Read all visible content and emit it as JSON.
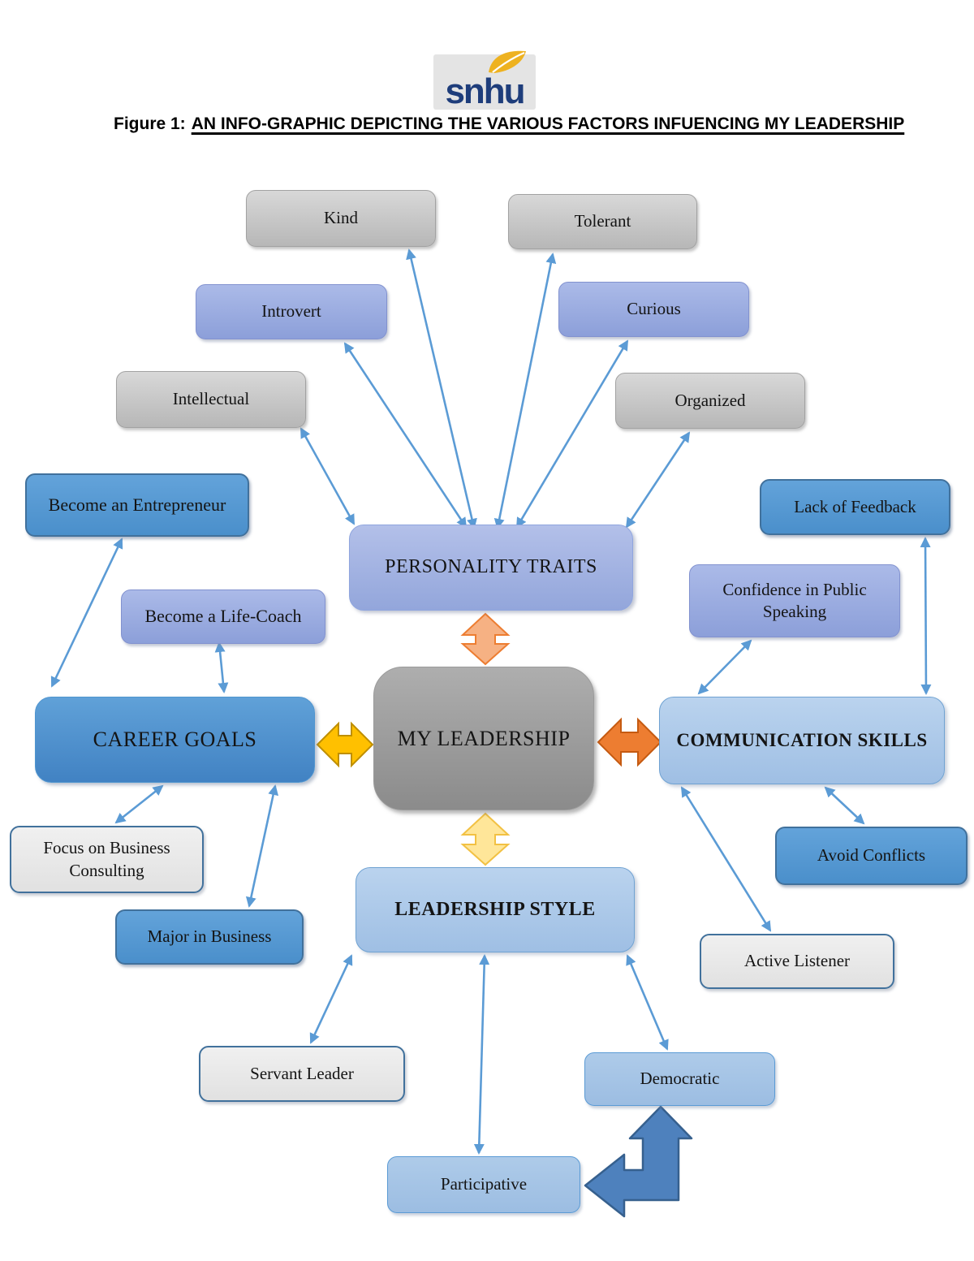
{
  "logo": {
    "text": "snhu",
    "background": "#E4E4E4",
    "text_color": "#1E3D7B",
    "leaf_color": "#EEB220"
  },
  "caption": {
    "prefix": "Figure 1:",
    "title": "AN INFO-GRAPHIC DEPICTING THE VARIOUS FACTORS INFUENCING MY LEADERSHIP"
  },
  "nodes": {
    "kind": {
      "label": "Kind"
    },
    "tolerant": {
      "label": "Tolerant"
    },
    "introvert": {
      "label": "Introvert"
    },
    "curious": {
      "label": "Curious"
    },
    "intellectual": {
      "label": "Intellectual"
    },
    "organized": {
      "label": "Organized"
    },
    "personality_traits": {
      "label": "PERSONALITY TRAITS"
    },
    "become_entrepreneur": {
      "label": "Become an Entrepreneur"
    },
    "become_lifecoach": {
      "label": "Become a Life-Coach"
    },
    "career_goals": {
      "label": "CAREER GOALS"
    },
    "focus_business": {
      "label": "Focus on Business Consulting"
    },
    "major_business": {
      "label": "Major in Business"
    },
    "my_leadership": {
      "label": "MY LEADERSHIP"
    },
    "lack_feedback": {
      "label": "Lack of Feedback"
    },
    "confidence_speaking": {
      "label": "Confidence in Public Speaking"
    },
    "communication_skills": {
      "label": "COMMUNICATION SKILLS"
    },
    "avoid_conflicts": {
      "label": "Avoid Conflicts"
    },
    "active_listener": {
      "label": "Active Listener"
    },
    "leadership_style": {
      "label": "LEADERSHIP STYLE"
    },
    "servant_leader": {
      "label": "Servant Leader"
    },
    "democratic": {
      "label": "Democratic"
    },
    "participative": {
      "label": "Participative"
    }
  },
  "colors": {
    "connector_blue": "#5B9BD5",
    "block_arrow_top_fill": "#F6B183",
    "block_arrow_top_border": "#ED7D31",
    "block_arrow_left_fill": "#FFC000",
    "block_arrow_left_border": "#BF8F00",
    "block_arrow_right_fill": "#ED7D31",
    "block_arrow_right_border": "#C55A11",
    "block_arrow_bottom_fill": "#FFE699",
    "block_arrow_bottom_border": "#F2C143",
    "bent_arrow_fill": "#4E81BD",
    "bent_arrow_border": "#36608E"
  }
}
